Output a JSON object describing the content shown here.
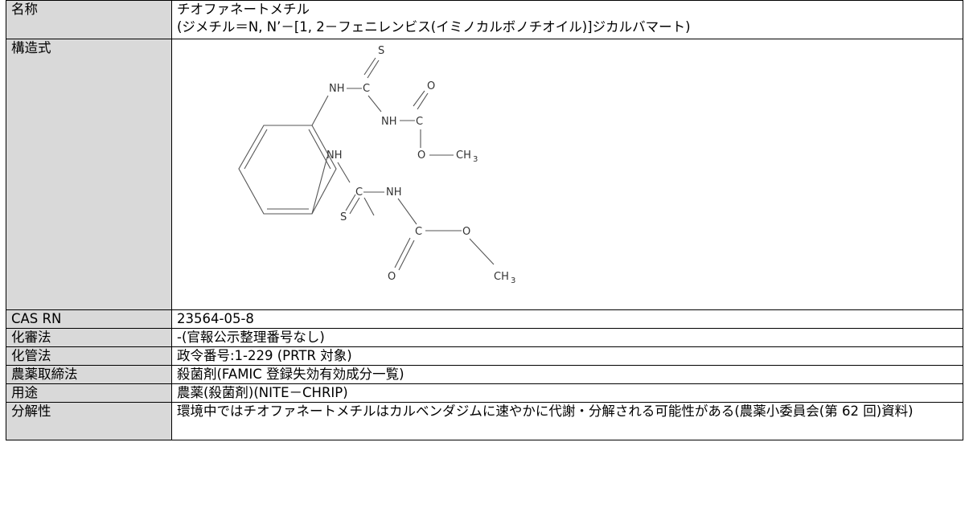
{
  "rows": {
    "name": {
      "label": "名称",
      "value_line1": "チオファネートメチル",
      "value_line2": "(ジメチル＝N, N’－[1, 2－フェニレンビス(イミノカルボノチオイル)]ジカルバマート)"
    },
    "structure": {
      "label": "構造式",
      "atoms": {
        "s_top": "S",
        "nh1": "NH",
        "c1": "C",
        "o1": "O",
        "nh2": "NH",
        "c2": "C",
        "nh3": "NH",
        "o2": "O",
        "ch3_a": "CH",
        "c3": "C",
        "nh4": "NH",
        "s_bottom": "S",
        "c4": "C",
        "o3": "O",
        "o4": "O",
        "ch3_b": "CH",
        "sub3": "3"
      }
    },
    "cas": {
      "label": "CAS RN",
      "value": "23564-05-8"
    },
    "kashin": {
      "label": "化審法",
      "value": "-(官報公示整理番号なし)"
    },
    "kakan": {
      "label": "化管法",
      "value": "政令番号:1-229 (PRTR 対象)"
    },
    "noyaku": {
      "label": "農薬取締法",
      "value": "殺菌剤(FAMIC 登録失効有効成分一覧)"
    },
    "youto": {
      "label": "用途",
      "value": "農薬(殺菌剤)(NITE－CHRIP)"
    },
    "bunkai": {
      "label": "分解性",
      "value": "環境中ではチオファネートメチルはカルベンダジムに速やかに代謝・分解される可能性がある(農薬小委員会(第 62 回)資料)"
    }
  }
}
